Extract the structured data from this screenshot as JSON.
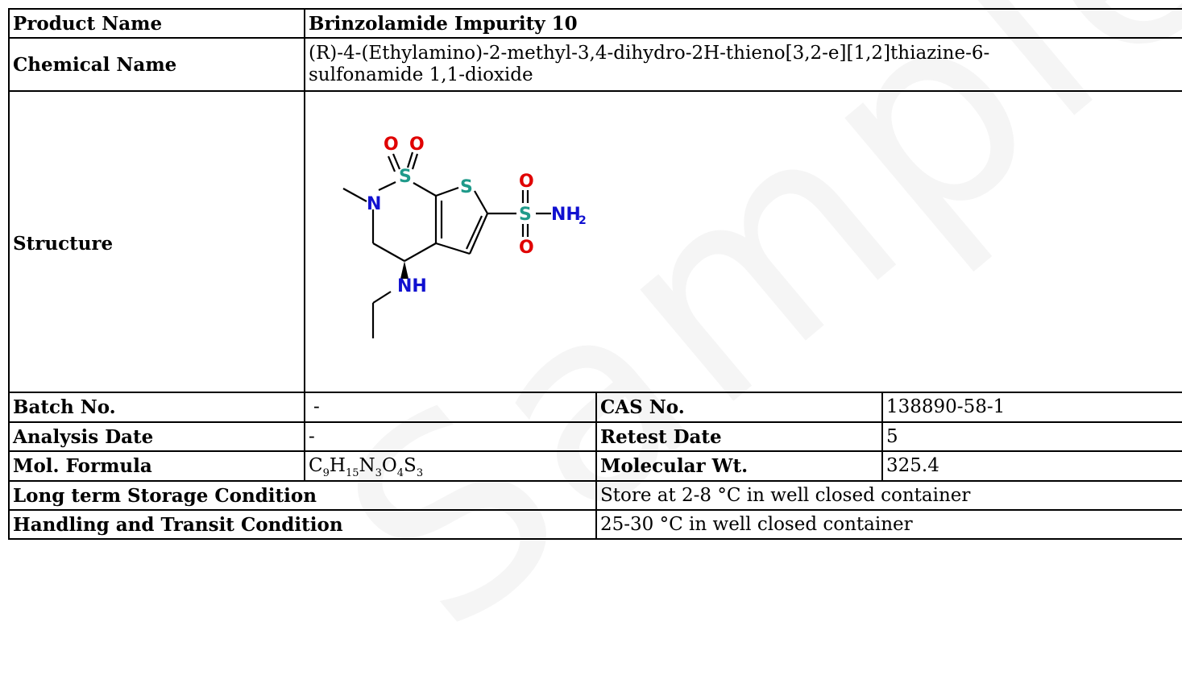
{
  "watermark": "Sample COA",
  "product_name": {
    "label": "Product Name",
    "value": "Brinzolamide Impurity 10"
  },
  "chemical_name": {
    "label": "Chemical Name",
    "value": "(R)-4-(Ethylamino)-2-methyl-3,4-dihydro-2H-thieno[3,2-e][1,2]thiazine-6-sulfonamide 1,1-dioxide"
  },
  "structure": {
    "label": "Structure",
    "atoms": {
      "o": "O",
      "s": "S",
      "n": "N",
      "nh": "NH",
      "nh2": "NH",
      "nh2_sub": "2"
    },
    "colors": {
      "oxygen": "#e00000",
      "sulfur": "#1f9a8a",
      "nitrogen": "#1010d0"
    }
  },
  "batch_no": {
    "label": "Batch No.",
    "value": "-"
  },
  "cas_no": {
    "label": "CAS No.",
    "value": "138890-58-1"
  },
  "analysis_date": {
    "label": "Analysis Date",
    "value": "-"
  },
  "retest_date": {
    "label": "Retest Date",
    "value": "5"
  },
  "mol_formula": {
    "label": "Mol. Formula",
    "parts": [
      {
        "el": "C",
        "n": "9"
      },
      {
        "el": "H",
        "n": "15"
      },
      {
        "el": "N",
        "n": "3"
      },
      {
        "el": "O",
        "n": "4"
      },
      {
        "el": "S",
        "n": "3"
      }
    ]
  },
  "molecular_wt": {
    "label": "Molecular Wt.",
    "value": "325.4"
  },
  "storage": {
    "label": "Long term Storage Condition",
    "value": "Store at 2-8 °C in well closed container"
  },
  "handling": {
    "label": "Handling and Transit Condition",
    "value": "25-30 °C in well closed container"
  }
}
